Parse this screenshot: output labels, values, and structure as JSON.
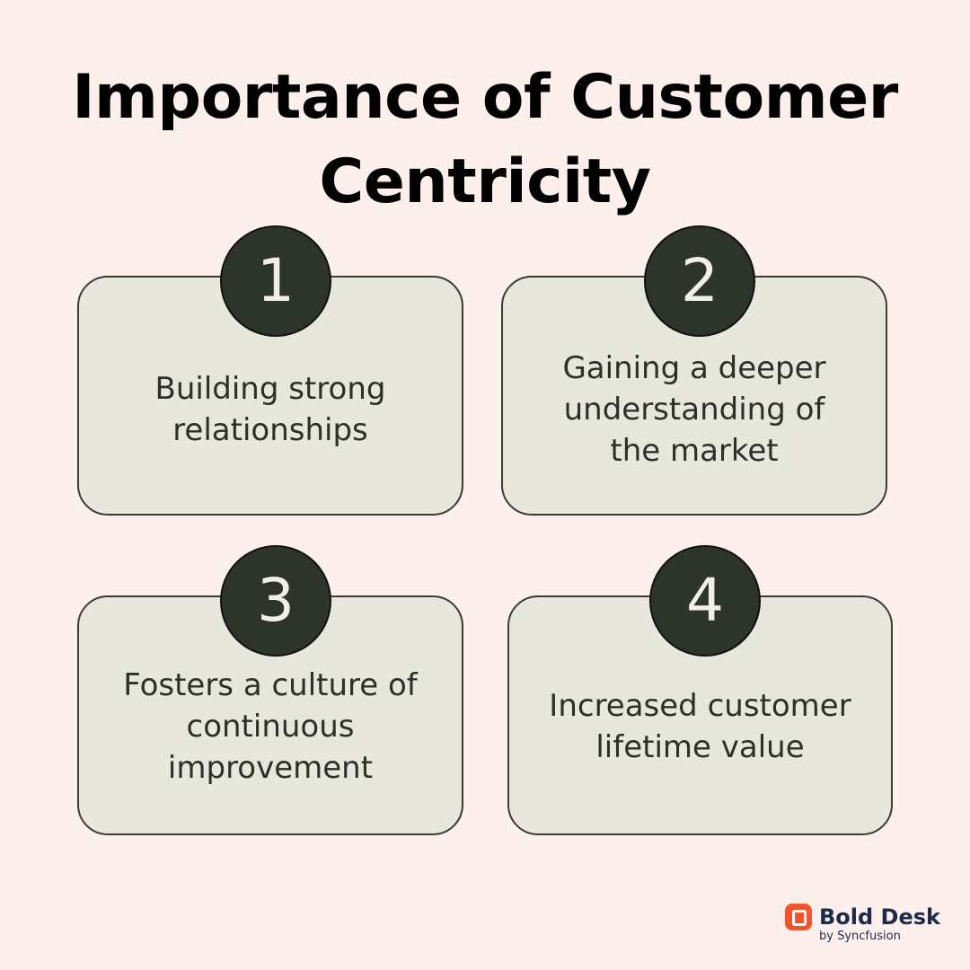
{
  "title": {
    "line1": "Importance of Customer",
    "line2": "Centricity"
  },
  "cards": [
    {
      "number": "1",
      "text": "Building strong\nrelationships"
    },
    {
      "number": "2",
      "text": "Gaining a deeper\nunderstanding of\nthe market"
    },
    {
      "number": "3",
      "text": "Fosters a culture of\ncontinuous\nimprovement"
    },
    {
      "number": "4",
      "text": "Increased customer\nlifetime value"
    }
  ],
  "brand": {
    "name": "Bold Desk",
    "byline": "by Syncfusion",
    "icon": "bolddesk-logo-icon",
    "accent_color": "#f2542d"
  },
  "colors": {
    "background": "#fdf0ec",
    "card_fill": "#e8e7dc",
    "badge_fill": "#2d352b"
  }
}
